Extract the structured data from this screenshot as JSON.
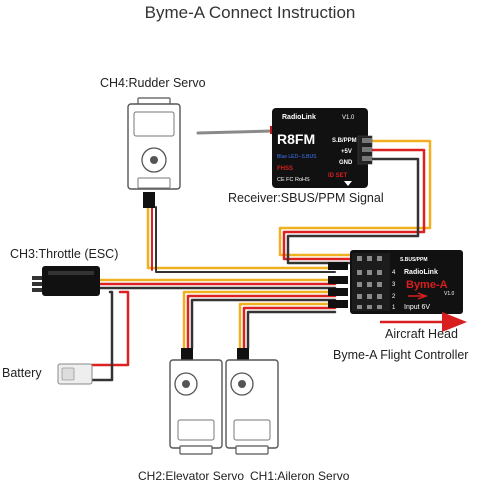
{
  "title": "Byme-A Connect Instruction",
  "labels": {
    "rudder": "CH4:Rudder Servo",
    "receiver": "Receiver:SBUS/PPM Signal",
    "throttle": "CH3:Throttle (ESC)",
    "battery": "Battery",
    "elevator": "CH2:Elevator Servo",
    "aileron": "CH1:Aileron Servo",
    "aircraft_head": "Aircraft Head",
    "controller": "Byme-A Flight Controller"
  },
  "receiver_module": {
    "brand": "RadioLink",
    "version": "V1.0",
    "model": "R8FM",
    "led_note": "Blue LED--S.BUS",
    "pins": [
      "S.B/PPM",
      "+5V",
      "GND"
    ],
    "fhss": "FHSS",
    "id_set": "ID SET",
    "marks": "CE FC RoHS"
  },
  "controller_module": {
    "brand": "RadioLink",
    "name": "Byme-A",
    "version": "V1.0",
    "port_label": "S.BUS/PPM",
    "channels": [
      "4",
      "3",
      "2",
      "1"
    ],
    "input": "Input 6V"
  },
  "colors": {
    "signal_wire": "#f0b020",
    "power_wire": "#dd2020",
    "ground_wire": "#333333",
    "module_body": "#111111",
    "accent_red": "#d81e1e",
    "antenna": "#8a8a8a"
  }
}
